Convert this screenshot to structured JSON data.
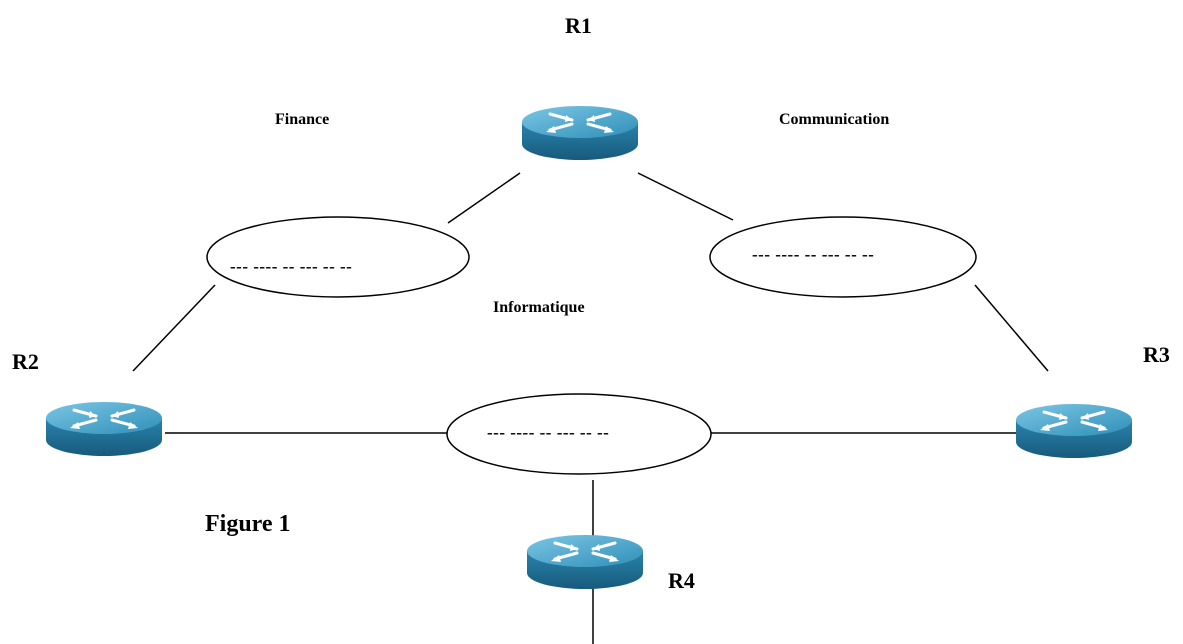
{
  "routers": [
    {
      "id": "r1",
      "label": "R1"
    },
    {
      "id": "r2",
      "label": "R2"
    },
    {
      "id": "r3",
      "label": "R3"
    },
    {
      "id": "r4",
      "label": "R4"
    }
  ],
  "segments": [
    {
      "id": "finance",
      "name": "Finance",
      "address": "--- ---- -- --- -- --"
    },
    {
      "id": "communication",
      "name": "Communication",
      "address": "--- ---- -- --- -- --"
    },
    {
      "id": "informatique",
      "name": "Informatique",
      "address": "--- ---- -- --- -- --"
    }
  ],
  "caption": "Figure 1",
  "colors": {
    "router_top": "#3a9dc4",
    "router_side": "#1f6e93",
    "router_arrows": "#ffffff",
    "lines": "#000000"
  }
}
